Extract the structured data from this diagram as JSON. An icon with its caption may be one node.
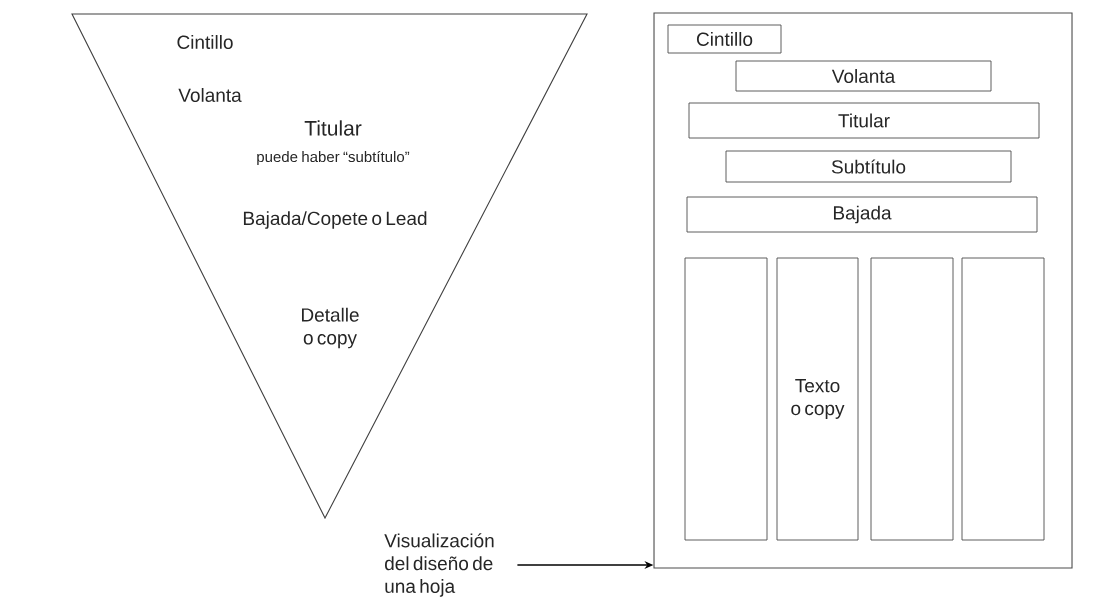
{
  "diagram": {
    "nodes": [
      {
        "text": [
          "Cintillo",
          "Volanta",
          "Titular",
          "puede haber “subtítulo”",
          "Bajada/Copete o Lead",
          "Detalle o copy"
        ]
      },
      {
        "text": [
          "Visualización del diseño de una hoja"
        ]
      },
      {
        "text": [],
        "shape": "box"
      },
      {
        "text": [
          "Cintillo"
        ],
        "in": 2
      },
      {
        "text": [
          "Volanta"
        ],
        "in": 2
      },
      {
        "text": [
          "Titular"
        ],
        "in": 2
      },
      {
        "text": [
          "Subtítulo"
        ],
        "in": 2
      },
      {
        "text": [
          "Bajada"
        ],
        "in": 2
      },
      {
        "text": [],
        "shape": "box",
        "in": 2
      },
      {
        "text": [
          "Texto o copy"
        ],
        "in": 2
      },
      {
        "text": [],
        "shape": "box",
        "in": 2
      },
      {
        "text": [],
        "shape": "box",
        "in": 2
      }
    ],
    "edges": [
      {
        "from": 1,
        "to": 2,
        "arrow": "to"
      }
    ]
  }
}
